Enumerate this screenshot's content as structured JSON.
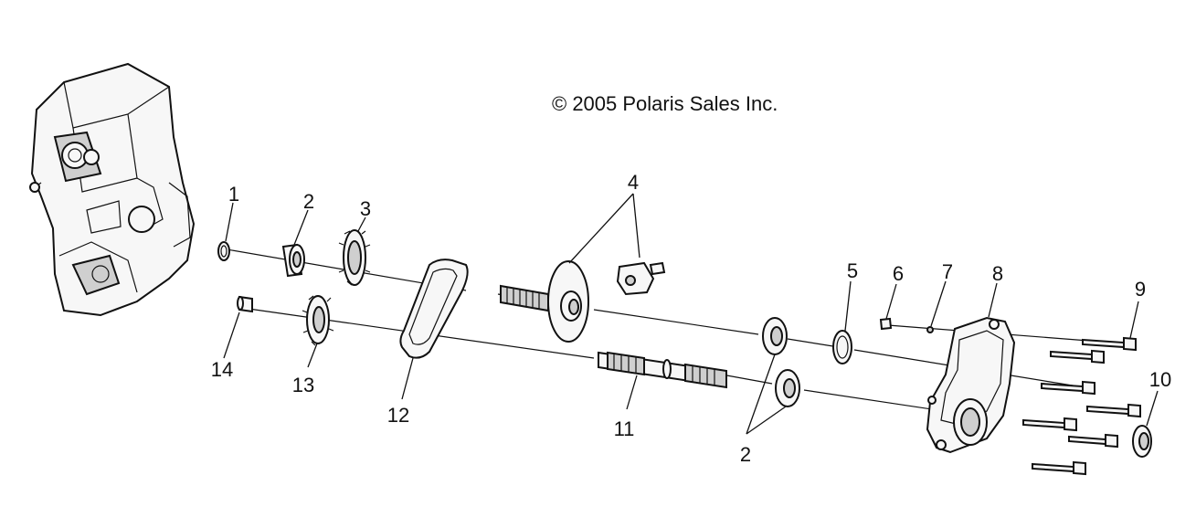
{
  "copyright": "© 2005 Polaris Sales Inc.",
  "callouts": [
    {
      "id": "c1",
      "label": "1"
    },
    {
      "id": "c2a",
      "label": "2"
    },
    {
      "id": "c3",
      "label": "3"
    },
    {
      "id": "c4",
      "label": "4"
    },
    {
      "id": "c5",
      "label": "5"
    },
    {
      "id": "c6",
      "label": "6"
    },
    {
      "id": "c7",
      "label": "7"
    },
    {
      "id": "c8",
      "label": "8"
    },
    {
      "id": "c9",
      "label": "9"
    },
    {
      "id": "c10",
      "label": "10"
    },
    {
      "id": "c11",
      "label": "11"
    },
    {
      "id": "c12",
      "label": "12"
    },
    {
      "id": "c13",
      "label": "13"
    },
    {
      "id": "c14",
      "label": "14"
    },
    {
      "id": "c2b",
      "label": "2"
    }
  ]
}
